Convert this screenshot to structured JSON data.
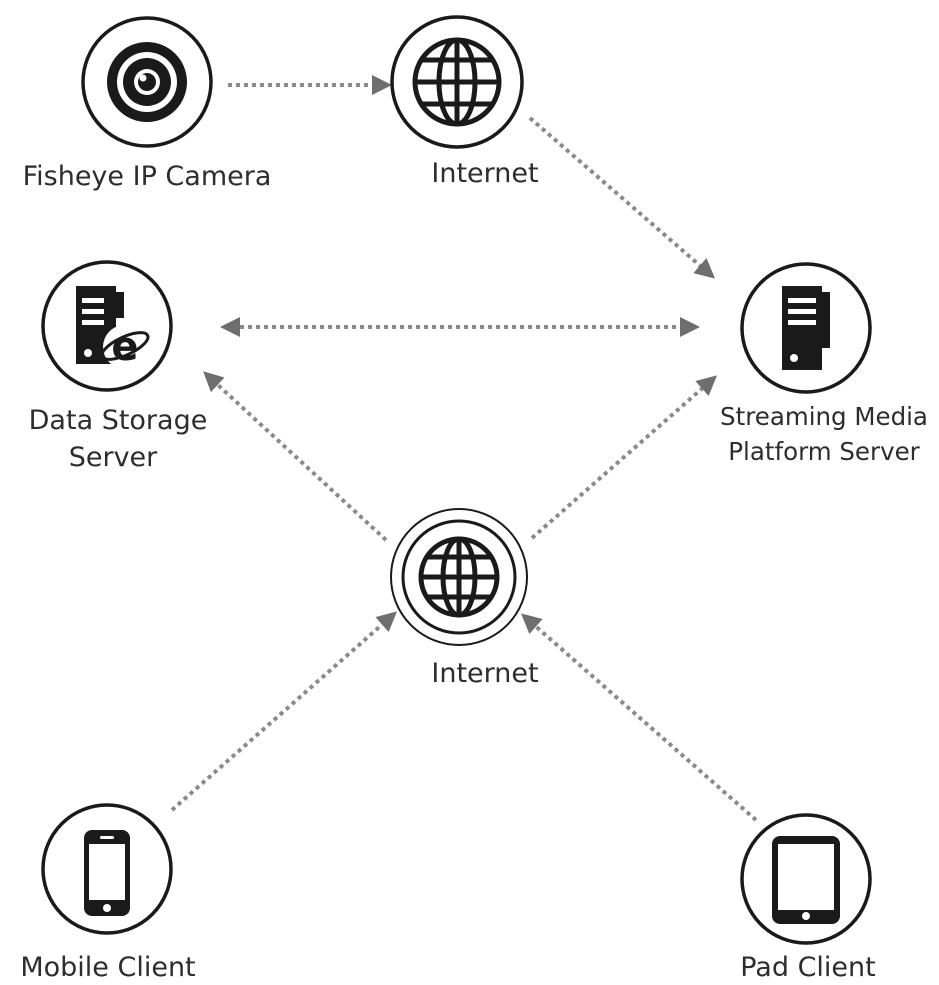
{
  "nodes": {
    "camera": {
      "label": "Fisheye IP Camera",
      "icon": "fisheye-camera-icon"
    },
    "internet_top": {
      "label": "Internet",
      "icon": "globe-icon"
    },
    "data_storage": {
      "label_line1": "Data Storage",
      "label_line2": "Server",
      "icon": "data-server-icon"
    },
    "streaming": {
      "label_line1": "Streaming Media",
      "label_line2": "Platform Server",
      "icon": "server-tower-icon"
    },
    "internet_mid": {
      "label": "Internet",
      "icon": "globe-icon"
    },
    "mobile": {
      "label": "Mobile Client",
      "icon": "smartphone-icon"
    },
    "pad": {
      "label": "Pad Client",
      "icon": "tablet-icon"
    }
  },
  "colors": {
    "icon": "#1a1a1a",
    "link": "#8a8a8a",
    "text": "#2d2d2d"
  }
}
